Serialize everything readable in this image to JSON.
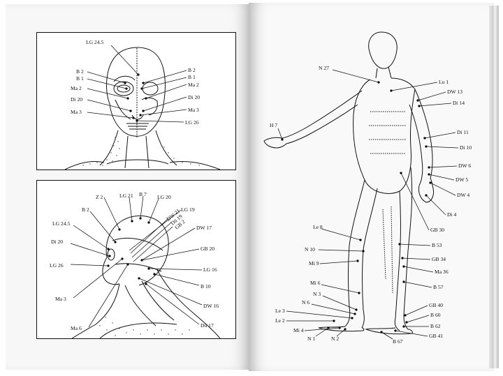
{
  "face_labels": {
    "lg245": "LG 24.5",
    "b2_left": "B 2",
    "b1_left": "B 1",
    "ma2_left": "Ma 2",
    "di20_left": "Di 20",
    "ma3_left": "Ma 3",
    "b2_right": "B 2",
    "b1_right": "B 1",
    "ma2_right": "Ma 2",
    "di20_right": "Di 20",
    "ma3_right": "Ma 3",
    "lg26": "LG 26"
  },
  "head_labels": {
    "z2": "Z 2",
    "lg21": "LG 21",
    "b7": "B 7",
    "lg20": "LG 20",
    "b2": "B 2",
    "lg19": "LG 19",
    "lg245": "LG 24.5",
    "dw21": "DW 21",
    "du19": "Dü 19",
    "gb2": "GB 2",
    "dw17": "DW 17",
    "di20": "Di 20",
    "gb20": "GB 20",
    "lg26": "LG 26",
    "lg16": "LG 16",
    "b10": "B 10",
    "ma3": "Ma 3",
    "dw16": "DW 16",
    "ma6": "Ma 6",
    "du17": "Dü 17"
  },
  "body_labels": {
    "n27": "N 27",
    "lu1": "Lu 1",
    "dw13": "DW 13",
    "di14": "Di 14",
    "h7": "H 7",
    "di11": "Di 11",
    "di10": "Di 10",
    "dw6": "DW 6",
    "dw5": "DW 5",
    "dw4": "DW 4",
    "di4": "Di 4",
    "gb30": "GB 30",
    "le8": "Le 8",
    "b53": "B 53",
    "n10": "N 10",
    "gb34": "GB 34",
    "mi9": "Mi 9",
    "ma36": "Ma 36",
    "mi6": "Mi 6",
    "b57": "B 57",
    "n3": "N 3",
    "n6": "N 6",
    "gb40": "GB 40",
    "le3": "Le 3",
    "b60": "B 60",
    "le2": "Le 2",
    "b62": "B 62",
    "mi4": "Mi 4",
    "gb41": "GB 41",
    "n1": "N 1",
    "n2": "N 2",
    "b67": "B 67"
  }
}
